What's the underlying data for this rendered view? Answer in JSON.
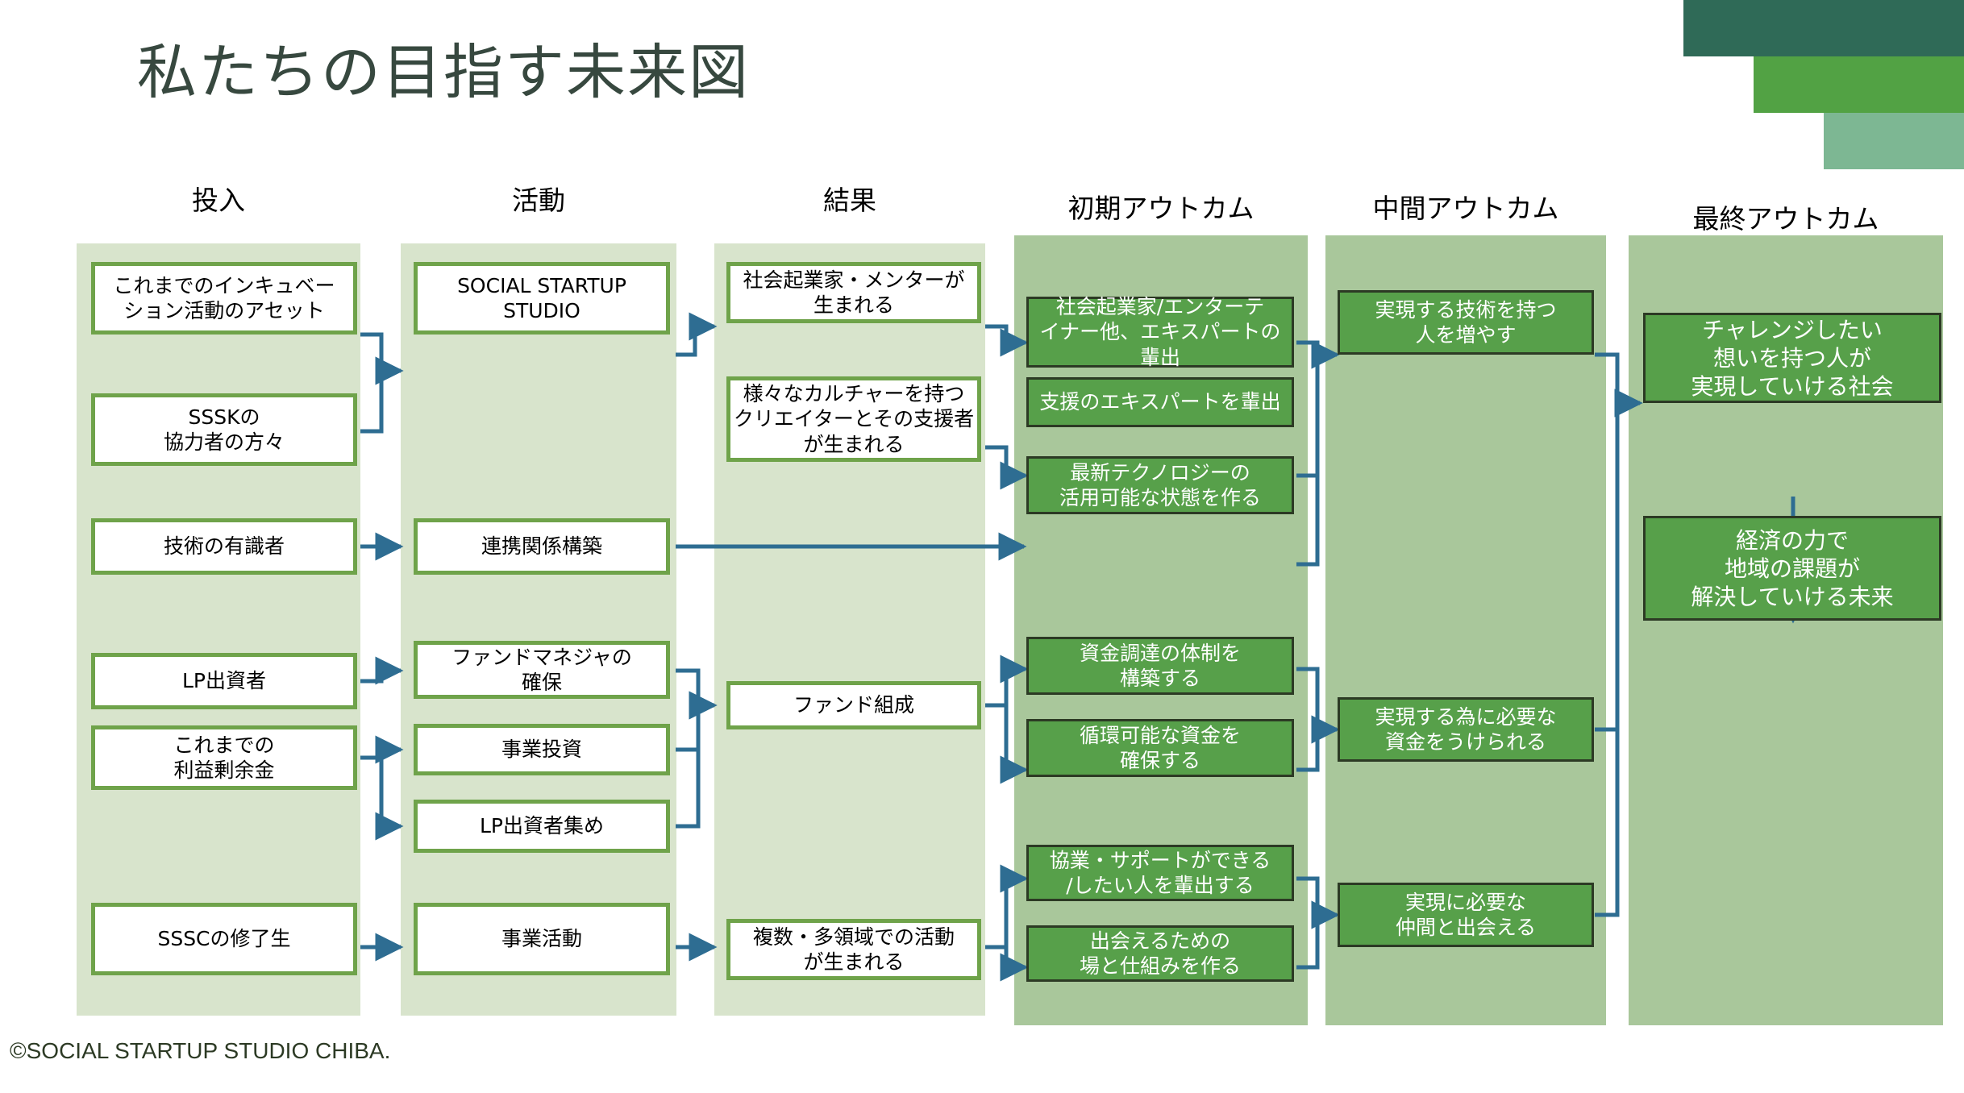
{
  "title": "私たちの目指す未来図",
  "footer": "©SOCIAL STARTUP STUDIO CHIBA.",
  "colors": {
    "deco_dark": "#2F6A57",
    "deco_mid": "#52A244",
    "deco_light": "#7DB793",
    "band_light": "#D8E4CC",
    "band_medium": "#A9C79B",
    "box_light_fill": "#FFFFFF",
    "box_light_border": "#6FA34A",
    "box_dark_fill": "#57A04A",
    "box_dark_border": "#2C3A24",
    "connector": "#2E6D92",
    "title_text": "#37483F",
    "footer_text": "#2C3A24"
  },
  "columns": [
    {
      "id": "col-investment",
      "header": "投入"
    },
    {
      "id": "col-activity",
      "header": "活動"
    },
    {
      "id": "col-output",
      "header": "結果"
    },
    {
      "id": "col-initial-outcome",
      "header": "初期アウトカム"
    },
    {
      "id": "col-intermediate-outcome",
      "header": "中間アウトカム"
    },
    {
      "id": "col-final-outcome",
      "header": "最終アウトカム"
    }
  ],
  "nodes": {
    "investment": [
      {
        "id": "n-incubation-assets",
        "text": "これまでのインキュベー\nション活動のアセット"
      },
      {
        "id": "n-sssk-supporters",
        "text": "SSSKの\n協力者の方々"
      },
      {
        "id": "n-tech-experts",
        "text": "技術の有識者"
      },
      {
        "id": "n-lp-investors",
        "text": "LP出資者"
      },
      {
        "id": "n-retained-earnings",
        "text": "これまでの\n利益剰余金"
      },
      {
        "id": "n-sssc-graduates",
        "text": "SSSCの修了生"
      }
    ],
    "activity": [
      {
        "id": "n-social-startup-studio",
        "text": "SOCIAL STARTUP\nSTUDIO"
      },
      {
        "id": "n-partnership-building",
        "text": "連携関係構築"
      },
      {
        "id": "n-fund-manager",
        "text": "ファンドマネジャの\n確保"
      },
      {
        "id": "n-business-investment",
        "text": "事業投資"
      },
      {
        "id": "n-lp-recruiting",
        "text": "LP出資者集め"
      },
      {
        "id": "n-business-activity",
        "text": "事業活動"
      }
    ],
    "output": [
      {
        "id": "n-entrepreneurs-mentors",
        "text": "社会起業家・メンターが\n生まれる"
      },
      {
        "id": "n-creators-supporters",
        "text": "様々なカルチャーを持つ\nクリエイターとその支援者\nが生まれる"
      },
      {
        "id": "n-fund-formation",
        "text": "ファンド組成"
      },
      {
        "id": "n-multi-domain-activity",
        "text": "複数・多領域での活動\nが生まれる"
      }
    ],
    "initial_outcome": [
      {
        "id": "n-experts-produced",
        "text": "社会起業家/エンターテ\nイナー他、エキスパートの\n輩出"
      },
      {
        "id": "n-support-experts",
        "text": "支援のエキスパートを輩出"
      },
      {
        "id": "n-latest-technology",
        "text": "最新テクノロジーの\n活用可能な状態を作る"
      },
      {
        "id": "n-funding-structure",
        "text": "資金調達の体制を\n構築する"
      },
      {
        "id": "n-circulating-funds",
        "text": "循環可能な資金を\n確保する"
      },
      {
        "id": "n-collaboration-people",
        "text": "協業・サポートができる\n/したい人を輩出する"
      },
      {
        "id": "n-meeting-places",
        "text": "出会えるための\n場と仕組みを作る"
      }
    ],
    "intermediate_outcome": [
      {
        "id": "n-increase-skilled-people",
        "text": "実現する技術を持つ\n人を増やす"
      },
      {
        "id": "n-receive-funding",
        "text": "実現する為に必要な\n資金をうけられる"
      },
      {
        "id": "n-meet-companions",
        "text": "実現に必要な\n仲間と出会える"
      }
    ],
    "final_outcome": [
      {
        "id": "n-challenge-society",
        "text": "チャレンジしたい\n想いを持つ人が\n実現していける社会"
      },
      {
        "id": "n-economic-future",
        "text": "経済の力で\n地域の課題が\n解決していける未来"
      }
    ]
  }
}
